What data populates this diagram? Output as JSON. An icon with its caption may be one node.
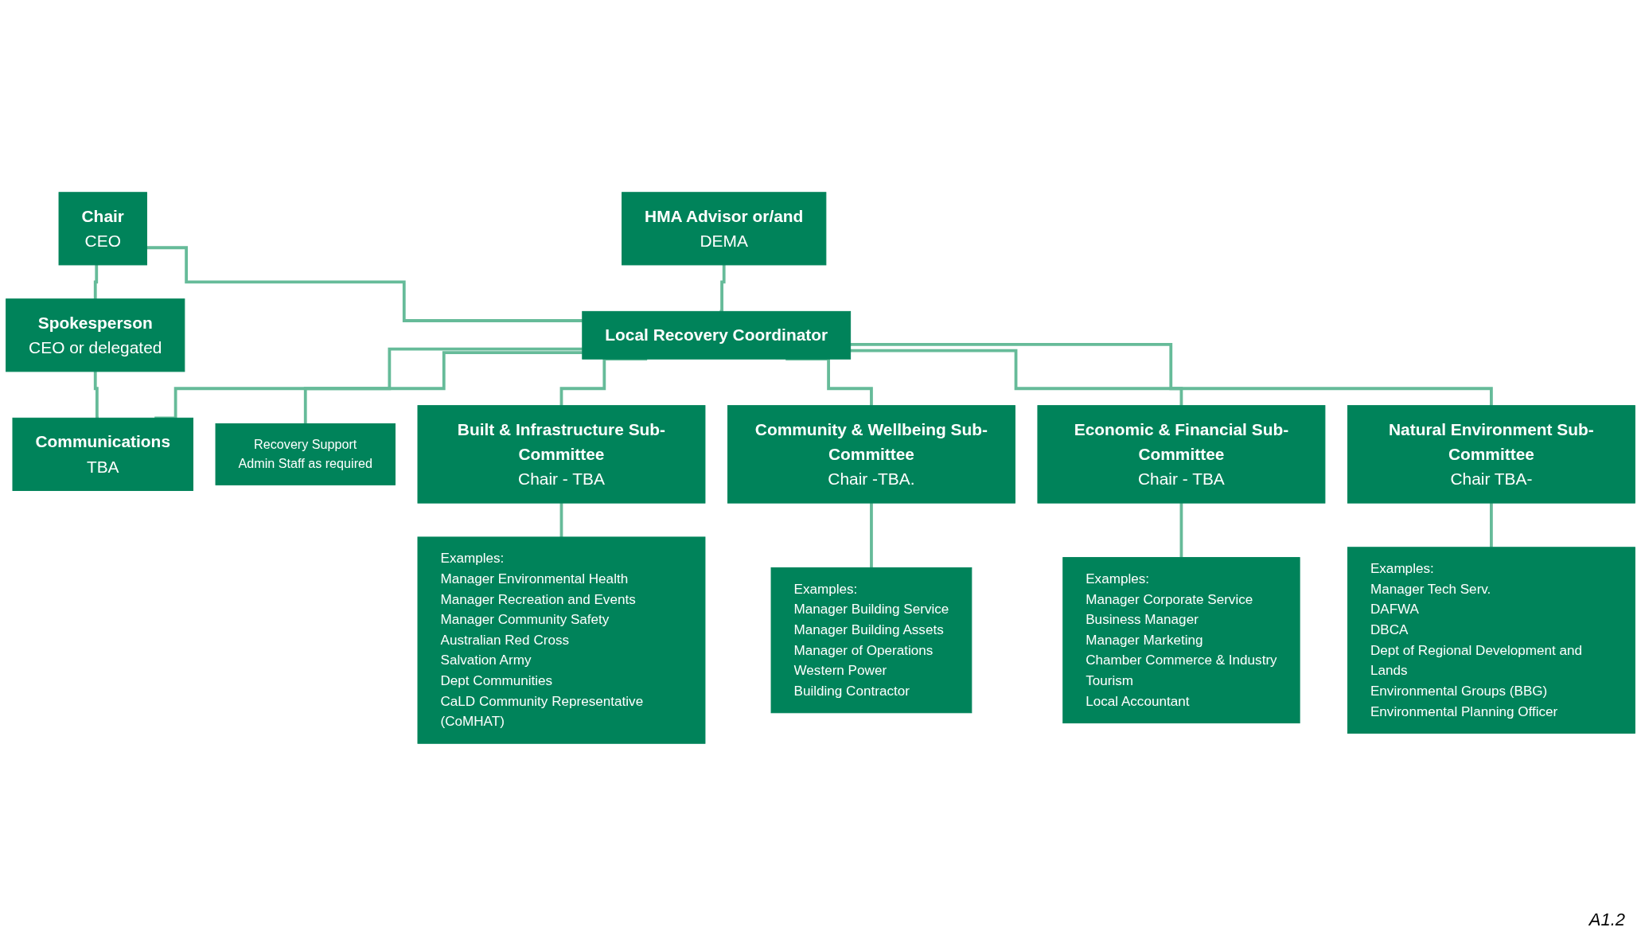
{
  "diagram": {
    "nodes": [
      {
        "text": [
          "Chair",
          "CEO"
        ]
      },
      {
        "text": [
          "Spokesperson",
          "CEO or delegated"
        ]
      },
      {
        "text": [
          "HMA Advisor or/and",
          "DEMA"
        ]
      },
      {
        "text": [
          "Local Recovery Coordinator"
        ]
      },
      {
        "text": [
          "Communications",
          "TBA"
        ]
      },
      {
        "text": [
          "Recovery Support",
          "Admin Staff as required"
        ]
      },
      {
        "text": [
          "Built & Infrastructure Sub-Committee",
          "Chair - TBA"
        ]
      },
      {
        "text": [
          "Examples:",
          "Manager Environmental Health",
          "Manager Recreation and Events",
          "Manager Community Safety",
          "Australian Red Cross",
          "Salvation Army",
          "Dept Communities",
          "CaLD Community Representative (CoMHAT)"
        ]
      },
      {
        "text": [
          "Community & Wellbeing Sub-Committee",
          "Chair -TBA."
        ]
      },
      {
        "text": [
          "Examples:",
          "Manager Building Service",
          "Manager Building Assets",
          "Manager of Operations",
          "Western Power",
          "Building Contractor"
        ]
      },
      {
        "text": [
          "Economic & Financial Sub-Committee",
          "Chair - TBA"
        ]
      },
      {
        "text": [
          "Examples:",
          "Manager Corporate Service",
          "Business Manager",
          "Manager Marketing",
          "Chamber Commerce & Industry",
          "Tourism",
          "Local Accountant"
        ]
      },
      {
        "text": [
          "Natural Environment Sub-Committee",
          "Chair TBA-"
        ]
      },
      {
        "text": [
          "Examples:",
          "Manager Tech Serv.",
          "DAFWA",
          "DBCA",
          "Dept of Regional Development and Lands",
          "Environmental Groups (BBG)",
          "Environmental Planning Officer"
        ]
      }
    ],
    "edges": [
      {
        "from": 0,
        "to": 1,
        "arrow": "none"
      },
      {
        "from": 0,
        "to": 3,
        "arrow": "none"
      },
      {
        "from": 1,
        "to": 4,
        "arrow": "none"
      },
      {
        "from": 2,
        "to": 3,
        "arrow": "none"
      },
      {
        "from": 3,
        "to": 4,
        "arrow": "none"
      },
      {
        "from": 3,
        "to": 5,
        "arrow": "none"
      },
      {
        "from": 3,
        "to": 6,
        "arrow": "none"
      },
      {
        "from": 3,
        "to": 8,
        "arrow": "none"
      },
      {
        "from": 3,
        "to": 10,
        "arrow": "none"
      },
      {
        "from": 3,
        "to": 12,
        "arrow": "none"
      },
      {
        "from": 6,
        "to": 7,
        "arrow": "none"
      },
      {
        "from": 8,
        "to": 9,
        "arrow": "none"
      },
      {
        "from": 10,
        "to": 11,
        "arrow": "none"
      },
      {
        "from": 12,
        "to": 13,
        "arrow": "none"
      }
    ],
    "labels": [
      "A1.2"
    ]
  }
}
